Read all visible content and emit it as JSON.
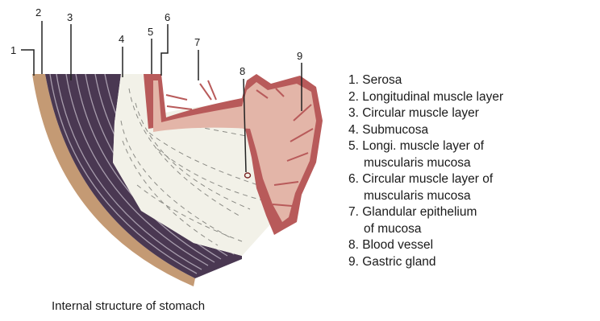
{
  "diagram": {
    "callout_numbers": [
      "1",
      "2",
      "3",
      "4",
      "5",
      "6",
      "7",
      "8",
      "9"
    ],
    "legend": [
      "1. Serosa",
      "2. Longitudinal muscle layer",
      "3. Circular muscle layer",
      "4. Submucosa",
      "5. Longi. muscle layer of",
      "muscularis mucosa",
      "6. Circular muscle layer of",
      "muscularis mucosa",
      "7. Glandular epithelium",
      "of mucosa",
      "8. Blood vessel",
      "9. Gastric gland"
    ],
    "caption": "Internal structure of stomach",
    "colors": {
      "serosa": "#c49a74",
      "muscle": "#4a3852",
      "submucosa": "#f2f1e8",
      "mucosa": "#b85a5a",
      "mucosa_light": "#e3b5a8"
    }
  }
}
